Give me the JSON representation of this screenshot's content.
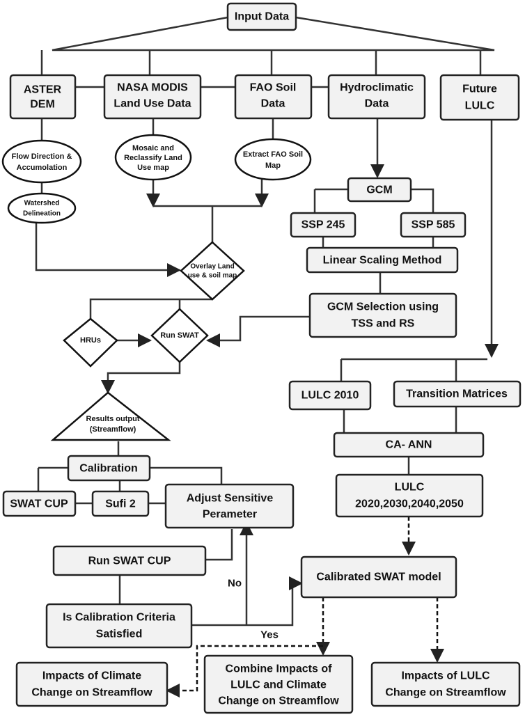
{
  "nodes": {
    "input_data": "Input Data",
    "aster_dem": [
      "ASTER",
      "DEM"
    ],
    "nasa_modis": [
      "NASA MODIS",
      "Land Use Data"
    ],
    "fao_soil": [
      "FAO Soil",
      "Data"
    ],
    "hydroclimatic": [
      "Hydroclimatic",
      "Data"
    ],
    "future_lulc": [
      "Future",
      "LULC"
    ],
    "flow_direction": [
      "Flow Direction &",
      "Accumolation"
    ],
    "mosaic": [
      "Mosaic and",
      "Reclassify Land",
      "Use map"
    ],
    "extract_fao": [
      "Extract FAO Soil",
      "Map"
    ],
    "watershed": [
      "Watershed",
      "Delineation"
    ],
    "gcm": "GCM",
    "ssp245": "SSP 245",
    "ssp585": "SSP 585",
    "linear_scaling": "Linear Scaling Method",
    "overlay": [
      "Overlay Land",
      "use & soil map"
    ],
    "gcm_selection": [
      "GCM Selection using",
      "TSS and RS"
    ],
    "hrus": "HRUs",
    "run_swat": "Run SWAT",
    "results_output": [
      "Results output",
      "(Streamflow)"
    ],
    "lulc2010": "LULC 2010",
    "transition": "Transition Matrices",
    "ca_ann": "CA- ANN",
    "lulc_future": [
      "LULC",
      "2020,2030,2040,2050"
    ],
    "calibration": "Calibration",
    "swat_cup": "SWAT CUP",
    "sufi2": "Sufi 2",
    "adjust": [
      "Adjust Sensitive",
      "Perameter"
    ],
    "run_swat_cup": "Run SWAT CUP",
    "calibrated_swat": "Calibrated SWAT model",
    "is_calibration": [
      "Is Calibration Criteria",
      "Satisfied"
    ],
    "impacts_climate": [
      "Impacts of Climate",
      "Change on Streamflow"
    ],
    "combine": [
      "Combine Impacts of",
      "LULC and Climate",
      "Change on Streamflow"
    ],
    "impacts_lulc": [
      "Impacts of LULC",
      "Change on Streamflow"
    ]
  },
  "edge_labels": {
    "no": "No",
    "yes": "Yes"
  }
}
